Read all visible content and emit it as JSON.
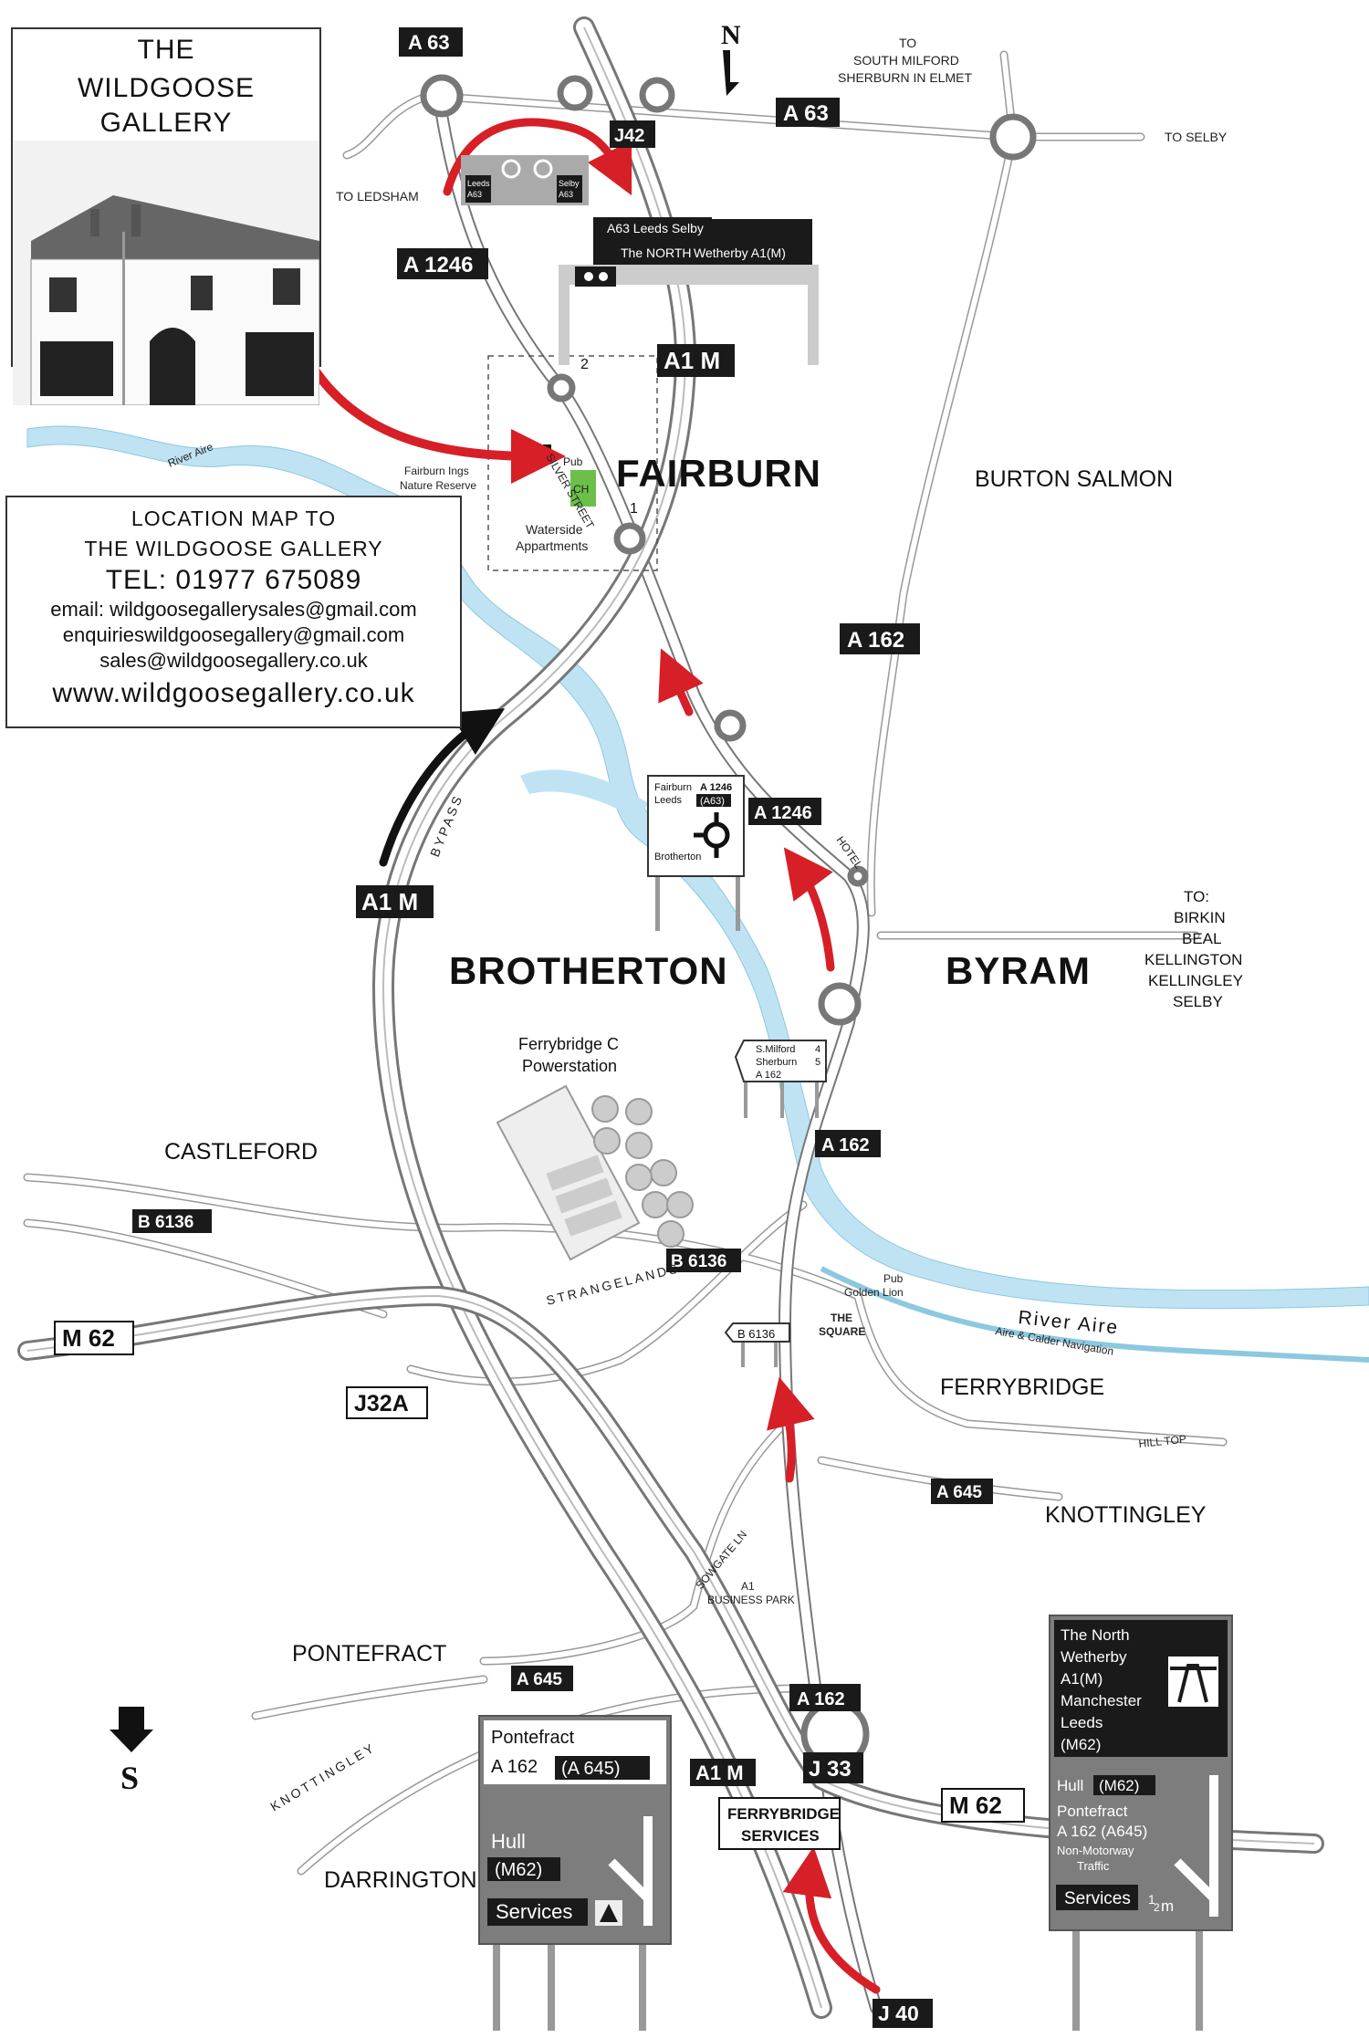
{
  "gallery": {
    "title_line1": "THE",
    "title_line2": "WILDGOOSE GALLERY"
  },
  "info": {
    "line1": "LOCATION MAP TO",
    "line2": "THE WILDGOOSE GALLERY",
    "tel": "TEL: 01977 675089",
    "emails": [
      "email: wildgoosegallerysales@gmail.com",
      "enquirieswildgoosegallery@gmail.com",
      "sales@wildgoosegallery.co.uk"
    ],
    "website": "www.wildgoosegallery.co.uk"
  },
  "compass": {
    "north": "N",
    "south": "S"
  },
  "places": {
    "fairburn": "FAIRBURN",
    "burton_salmon": "BURTON SALMON",
    "brotherton": "BROTHERTON",
    "byram": "BYRAM",
    "castleford": "CASTLEFORD",
    "ferrybridge": "FERRYBRIDGE",
    "knottingley": "KNOTTINGLEY",
    "pontefract": "PONTEFRACT",
    "darrington": "DARRINGTON",
    "powerstation_1": "Ferrybridge C",
    "powerstation_2": "Powerstation",
    "nature_1": "Fairburn Ings",
    "nature_2": "Nature Reserve",
    "waterside_1": "Waterside",
    "waterside_2": "Appartments",
    "pub": "Pub",
    "ch": "CH",
    "silver_street": "SILVER STREET",
    "marker_1": "1",
    "marker_2": "2",
    "hotel": "HOTEL",
    "golden_lion_1": "Pub",
    "golden_lion_2": "Golden Lion",
    "the_square_1": "THE",
    "the_square_2": "SQUARE",
    "strangelands": "STRANGELANDS",
    "sowgate": "SOWGATE LN",
    "business_1": "A1",
    "business_2": "BUSINESS PARK",
    "knottingley_rd": "KNOTTINGLEY",
    "hill_top": "HILL TOP",
    "bypass": "BYPASS"
  },
  "directions": {
    "to_south_milford_1": "TO",
    "to_south_milford_2": "SOUTH MILFORD",
    "to_south_milford_3": "SHERBURN IN ELMET",
    "to_selby": "TO SELBY",
    "to_ledsham": "TO LEDSHAM",
    "to_group": [
      "TO:",
      "BIRKIN",
      "BEAL",
      "KELLINGTON",
      "KELLINGLEY",
      "SELBY"
    ]
  },
  "rivers": {
    "aire_north": "River Aire",
    "aire_east": "River Aire",
    "navigation": "Aire & Calder Navigation"
  },
  "road_labels": {
    "a63_top": "A 63",
    "a63_east": "A 63",
    "j42": "J42",
    "a1246_north": "A 1246",
    "a1m_north": "A1 M",
    "a162_north": "A 162",
    "a1246_south": "A 1246",
    "a1m_bypass": "A1 M",
    "a162_mid": "A 162",
    "b6136_west": "B 6136",
    "b6136_mid": "B 6136",
    "b6136_sign": "B 6136",
    "m62_west": "M 62",
    "j32a": "J32A",
    "a645_east": "A 645",
    "a645_west": "A 645",
    "a162_south": "A 162",
    "j33": "J 33",
    "a1m_south": "A1 M",
    "m62_east": "M 62",
    "j40": "J 40",
    "ferrybridge_services_1": "FERRYBRIDGE",
    "ferrybridge_services_2": "SERVICES"
  },
  "signs": {
    "gantry_top": "A63 Leeds Selby",
    "gantry_main_1": "The NORTH",
    "gantry_main_2": "Wetherby A1(M)",
    "roundabout_sign_left_1": "Leeds",
    "roundabout_sign_left_2": "A63",
    "roundabout_sign_right_1": "Selby",
    "roundabout_sign_right_2": "A63",
    "fairburn_sign": {
      "line1_a": "Fairburn",
      "line1_b": "A 1246",
      "line2_a": "Leeds",
      "line2_b": "(A63)",
      "line3": "Brotherton"
    },
    "milford_sign": {
      "r1": "S.Milford",
      "r1n": "4",
      "r2": "Sherburn",
      "r2n": "5",
      "r3": "A 162"
    },
    "pontefract_sign": {
      "top1": "Pontefract",
      "top2a": "A 162",
      "top2b": "(A 645)",
      "hull": "Hull",
      "m62": "(M62)",
      "services": "Services"
    },
    "north_sign": {
      "lines": [
        "The North",
        "Wetherby",
        "A1(M)",
        "Manchester",
        "Leeds",
        "(M62)"
      ],
      "hull": "Hull",
      "hull_m62": "(M62)",
      "pontefract": "Pontefract",
      "a162": "A 162 (A645)",
      "non_motorway_1": "Non-Motorway",
      "non_motorway_2": "Traffic",
      "services": "Services",
      "distance": "1",
      "distance_sub": "2",
      "distance_unit": "m"
    }
  },
  "colors": {
    "river": "#bfe3f3",
    "route_arrow": "#d61f26",
    "sign_black": "#1a1a1a",
    "sign_gray": "#7d7d7d",
    "green": "#6cc04a"
  }
}
